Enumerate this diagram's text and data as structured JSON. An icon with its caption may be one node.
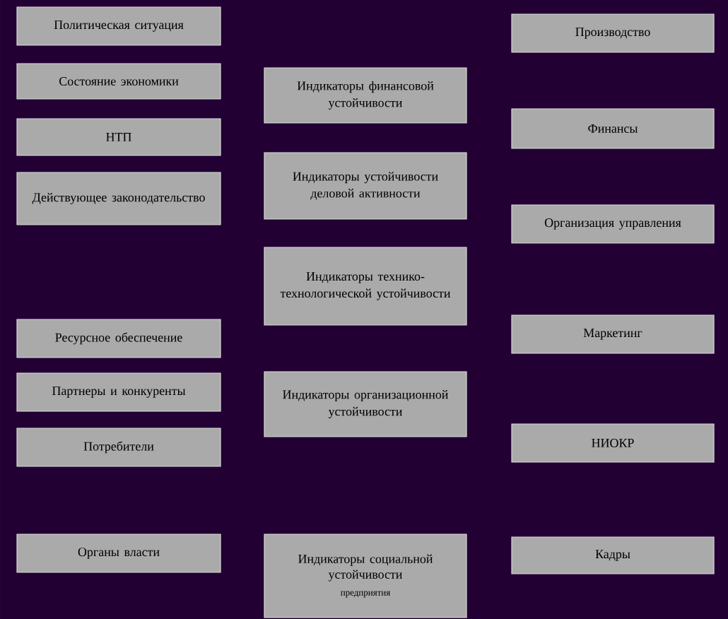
{
  "diagram": {
    "nodes": [
      {
        "text": [
          "Политическая ситуация"
        ]
      },
      {
        "text": [
          "Состояние экономики"
        ]
      },
      {
        "text": [
          "НТП"
        ]
      },
      {
        "text": [
          "Действующее законодательство"
        ]
      },
      {
        "text": [
          "Ресурсное обеспечение"
        ]
      },
      {
        "text": [
          "Партнеры и конкуренты"
        ]
      },
      {
        "text": [
          "Потребители"
        ]
      },
      {
        "text": [
          "Органы власти"
        ]
      },
      {
        "text": [
          "Индикаторы финансовой устойчивости"
        ]
      },
      {
        "text": [
          "Индикаторы устойчивости деловой активности"
        ]
      },
      {
        "text": [
          "Индикаторы технико-технологической устойчивости"
        ]
      },
      {
        "text": [
          "Индикаторы организационной устойчивости"
        ]
      },
      {
        "text": [
          "Индикаторы социальной устойчивости",
          "предприятия"
        ]
      },
      {
        "text": [
          "Производство"
        ]
      },
      {
        "text": [
          "Финансы"
        ]
      },
      {
        "text": [
          "Организация управления"
        ]
      },
      {
        "text": [
          "Маркетинг"
        ]
      },
      {
        "text": [
          "НИОКР"
        ]
      },
      {
        "text": [
          "Кадры"
        ]
      }
    ]
  }
}
